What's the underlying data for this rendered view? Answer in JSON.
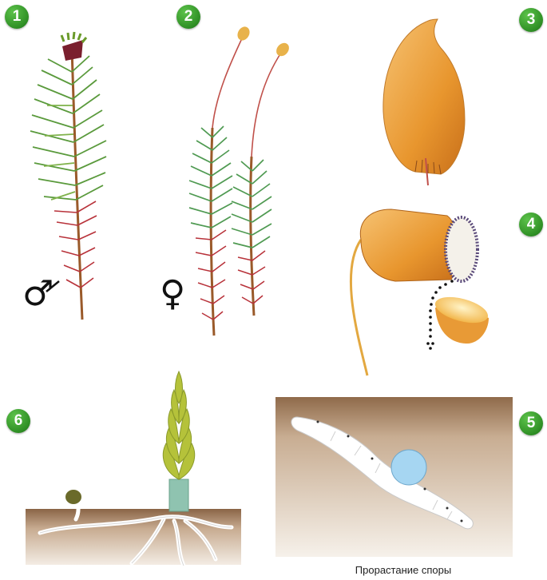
{
  "badges": [
    "1",
    "2",
    "3",
    "4",
    "5",
    "6"
  ],
  "symbols": {
    "male": "♂",
    "female": "♀"
  },
  "caption": "Прорастание споры",
  "colors": {
    "badge_green": "#3aa52e",
    "stem_red": "#b8323a",
    "leaf_green": "#5a9a3c",
    "capsule_orange": "#e39a3c",
    "soil_brown": "#a07a58",
    "spore_blue": "#9fd0ee"
  },
  "icons": [
    "male-symbol-icon",
    "female-symbol-icon"
  ]
}
